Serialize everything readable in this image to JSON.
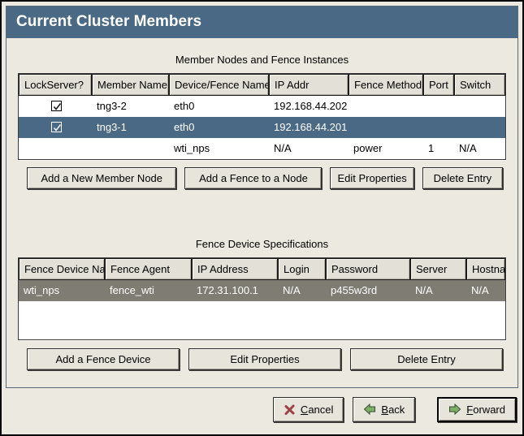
{
  "window": {
    "title": "Current Cluster Members"
  },
  "member_section": {
    "title": "Member Nodes and Fence Instances",
    "columns": [
      "LockServer?",
      "Member Name",
      "Device/Fence Name",
      "IP Addr",
      "Fence Method",
      "Port",
      "Switch"
    ],
    "rows": [
      {
        "lock_server": true,
        "selected": false,
        "cells": [
          "tng3-2",
          "eth0",
          "192.168.44.202",
          "",
          "",
          ""
        ]
      },
      {
        "lock_server": true,
        "selected": true,
        "cells": [
          "tng3-1",
          "eth0",
          "192.168.44.201",
          "",
          "",
          ""
        ]
      },
      {
        "lock_server": false,
        "selected": false,
        "cells": [
          "",
          "wti_nps",
          "N/A",
          "power",
          "1",
          "N/A"
        ]
      }
    ],
    "buttons": {
      "add_member": "Add a New Member Node",
      "add_fence": "Add a Fence to a Node",
      "edit_properties": "Edit Properties",
      "delete_entry": "Delete Entry"
    }
  },
  "fence_section": {
    "title": "Fence Device Specifications",
    "columns": [
      "Fence Device Name",
      "Fence Agent",
      "IP Address",
      "Login",
      "Password",
      "Server",
      "Hostname"
    ],
    "rows": [
      {
        "selected": true,
        "cells": [
          "wti_nps",
          "fence_wti",
          "172.31.100.1",
          "N/A",
          "p455w3rd",
          "N/A",
          "N/A"
        ]
      }
    ],
    "buttons": {
      "add_fence_device": "Add a Fence Device",
      "edit_properties": "Edit Properties",
      "delete_entry": "Delete Entry"
    }
  },
  "footer": {
    "cancel": {
      "mnemonic": "C",
      "rest": "ancel"
    },
    "back": {
      "mnemonic": "B",
      "rest": "ack"
    },
    "forward": {
      "mnemonic": "F",
      "rest": "orward"
    }
  },
  "icons": {
    "cancel": "red-x-icon",
    "back": "green-arrow-left-icon",
    "forward": "green-arrow-right-icon",
    "checkbox_checked": "checkmark-icon"
  },
  "colors": {
    "titlebar": "#4a6984",
    "selected_row_blue": "#4a6984",
    "selected_row_gray": "#7f7c74",
    "background": "#ece9e1",
    "button_face": "#e7e4dc",
    "header_cell": "#e3e0d8",
    "cancel_icon": "#9c4347",
    "arrow_icon_fill": "#7fae68",
    "arrow_icon_stroke": "#2f4f28"
  }
}
